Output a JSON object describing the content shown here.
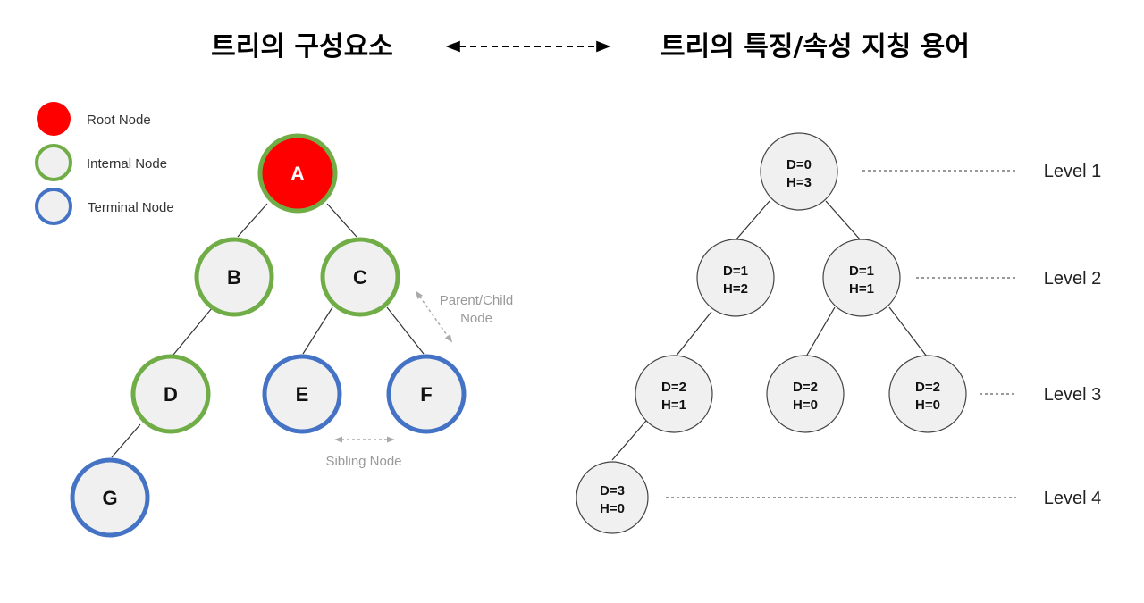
{
  "titles": {
    "left": "트리의 구성요소",
    "right": "트리의 특징/속성 지칭 용어"
  },
  "legend": [
    {
      "label": "Root Node",
      "kind": "root"
    },
    {
      "label": "Internal Node",
      "kind": "internal"
    },
    {
      "label": "Terminal Node",
      "kind": "terminal"
    }
  ],
  "colors": {
    "root_fill": "#ff0000",
    "internal_border": "#70ad47",
    "terminal_border": "#4472c4",
    "node_fill": "#f0f0f0"
  },
  "left_tree": {
    "nodes": {
      "A": {
        "label": "A",
        "kind": "root"
      },
      "B": {
        "label": "B",
        "kind": "internal"
      },
      "C": {
        "label": "C",
        "kind": "internal"
      },
      "D": {
        "label": "D",
        "kind": "internal"
      },
      "E": {
        "label": "E",
        "kind": "terminal"
      },
      "F": {
        "label": "F",
        "kind": "terminal"
      },
      "G": {
        "label": "G",
        "kind": "terminal"
      }
    },
    "annotations": {
      "parent_child_line1": "Parent/Child",
      "parent_child_line2": "Node",
      "sibling": "Sibling Node"
    }
  },
  "right_tree": {
    "nodes": {
      "n1": {
        "d": "D=0",
        "h": "H=3"
      },
      "n2": {
        "d": "D=1",
        "h": "H=2"
      },
      "n3": {
        "d": "D=1",
        "h": "H=1"
      },
      "n4": {
        "d": "D=2",
        "h": "H=1"
      },
      "n5": {
        "d": "D=2",
        "h": "H=0"
      },
      "n6": {
        "d": "D=2",
        "h": "H=0"
      },
      "n7": {
        "d": "D=3",
        "h": "H=0"
      }
    },
    "levels": [
      "Level 1",
      "Level 2",
      "Level 3",
      "Level 4"
    ]
  }
}
